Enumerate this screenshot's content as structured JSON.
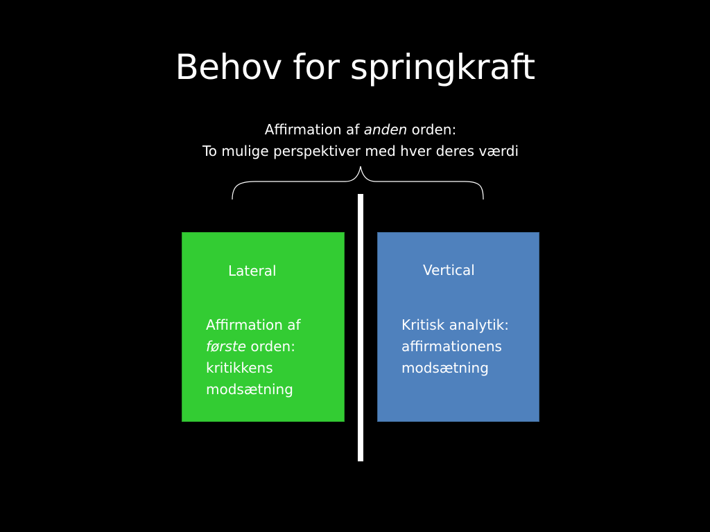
{
  "slide": {
    "title": "Behov for springkraft",
    "subtitle": {
      "line1_before": "Affirmation af ",
      "line1_emphasis": "anden",
      "line1_after": " orden:",
      "line2": "To mulige perspektiver med hver deres værdi"
    },
    "left_box": {
      "heading": "Lateral",
      "color": "#33cc33",
      "body": {
        "line1": "Affirmation af",
        "line2_emphasis": "første",
        "line2_after": " orden:",
        "line3": "kritikkens",
        "line4": "modsætning"
      }
    },
    "right_box": {
      "heading": "Vertical",
      "color": "#4f81bd",
      "body": {
        "line1": "Kritisk analytik:",
        "line2": "affirmationens",
        "line3": "modsætning"
      }
    },
    "background_color": "#000000",
    "divider_color": "#ffffff"
  }
}
